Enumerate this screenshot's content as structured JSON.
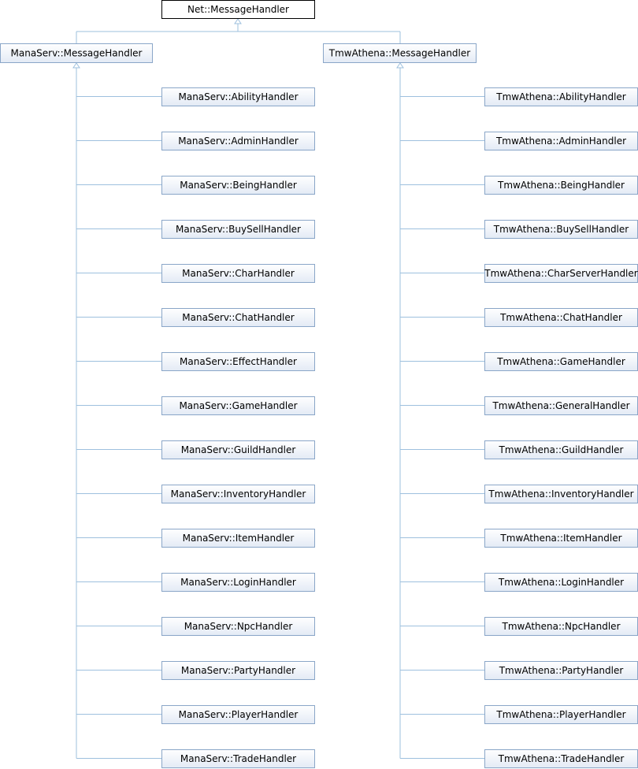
{
  "diagram": {
    "root": "Net::MessageHandler",
    "branches": [
      {
        "name": "ManaServ::MessageHandler",
        "children": [
          "ManaServ::AbilityHandler",
          "ManaServ::AdminHandler",
          "ManaServ::BeingHandler",
          "ManaServ::BuySellHandler",
          "ManaServ::CharHandler",
          "ManaServ::ChatHandler",
          "ManaServ::EffectHandler",
          "ManaServ::GameHandler",
          "ManaServ::GuildHandler",
          "ManaServ::InventoryHandler",
          "ManaServ::ItemHandler",
          "ManaServ::LoginHandler",
          "ManaServ::NpcHandler",
          "ManaServ::PartyHandler",
          "ManaServ::PlayerHandler",
          "ManaServ::TradeHandler"
        ]
      },
      {
        "name": "TmwAthena::MessageHandler",
        "children": [
          "TmwAthena::AbilityHandler",
          "TmwAthena::AdminHandler",
          "TmwAthena::BeingHandler",
          "TmwAthena::BuySellHandler",
          "TmwAthena::CharServerHandler",
          "TmwAthena::ChatHandler",
          "TmwAthena::GameHandler",
          "TmwAthena::GeneralHandler",
          "TmwAthena::GuildHandler",
          "TmwAthena::InventoryHandler",
          "TmwAthena::ItemHandler",
          "TmwAthena::LoginHandler",
          "TmwAthena::NpcHandler",
          "TmwAthena::PartyHandler",
          "TmwAthena::PlayerHandler",
          "TmwAthena::TradeHandler"
        ]
      }
    ]
  },
  "colors": {
    "edge": "#9ec0de",
    "box_border": "#8aa6c8",
    "box_fill_top": "#ffffff",
    "box_fill_bottom": "#e3eaf5",
    "root_border": "#000000"
  }
}
